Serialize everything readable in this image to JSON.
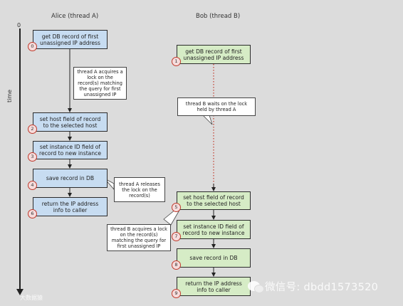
{
  "lanes": {
    "alice_title": "Alice (thread A)",
    "bob_title": "Bob (thread B)"
  },
  "axis": {
    "zero": "0",
    "label": "time"
  },
  "alice_steps": [
    {
      "num": "0",
      "text": "get DB record of first unassigned IP address"
    },
    {
      "num": "2",
      "text": "set host field of record to the selected host"
    },
    {
      "num": "3",
      "text": "set instance ID field of record to new instance"
    },
    {
      "num": "4",
      "text": "save record in DB"
    },
    {
      "num": "6",
      "text": "return the IP address info to caller"
    }
  ],
  "bob_steps": [
    {
      "num": "1",
      "text": "get DB record of first unassigned IP address"
    },
    {
      "num": "5",
      "text": "set host field of record to the selected host"
    },
    {
      "num": "7",
      "text": "set instance ID field of record to new instance"
    },
    {
      "num": "8",
      "text": "save record in DB"
    },
    {
      "num": "9",
      "text": "return the IP address info to caller"
    }
  ],
  "callouts": {
    "a_lock": "thread A acquires a lock on the record(s) matching the query for first unassigned IP",
    "b_waits": "thread B waits on the lock held by thread A",
    "a_releases": "thread A releases the lock on the record(s)",
    "b_lock": "thread B acquires a lock on the record(s) matching the query for first unassigned IP"
  },
  "watermark": {
    "main": "微信号: dbdd1573520",
    "small": "大数据猿"
  },
  "colors": {
    "alice_box": "#c7dcf1",
    "bob_box": "#d6ecc6",
    "step_circle": "#c0392b",
    "wait_line": "#c0392b"
  }
}
